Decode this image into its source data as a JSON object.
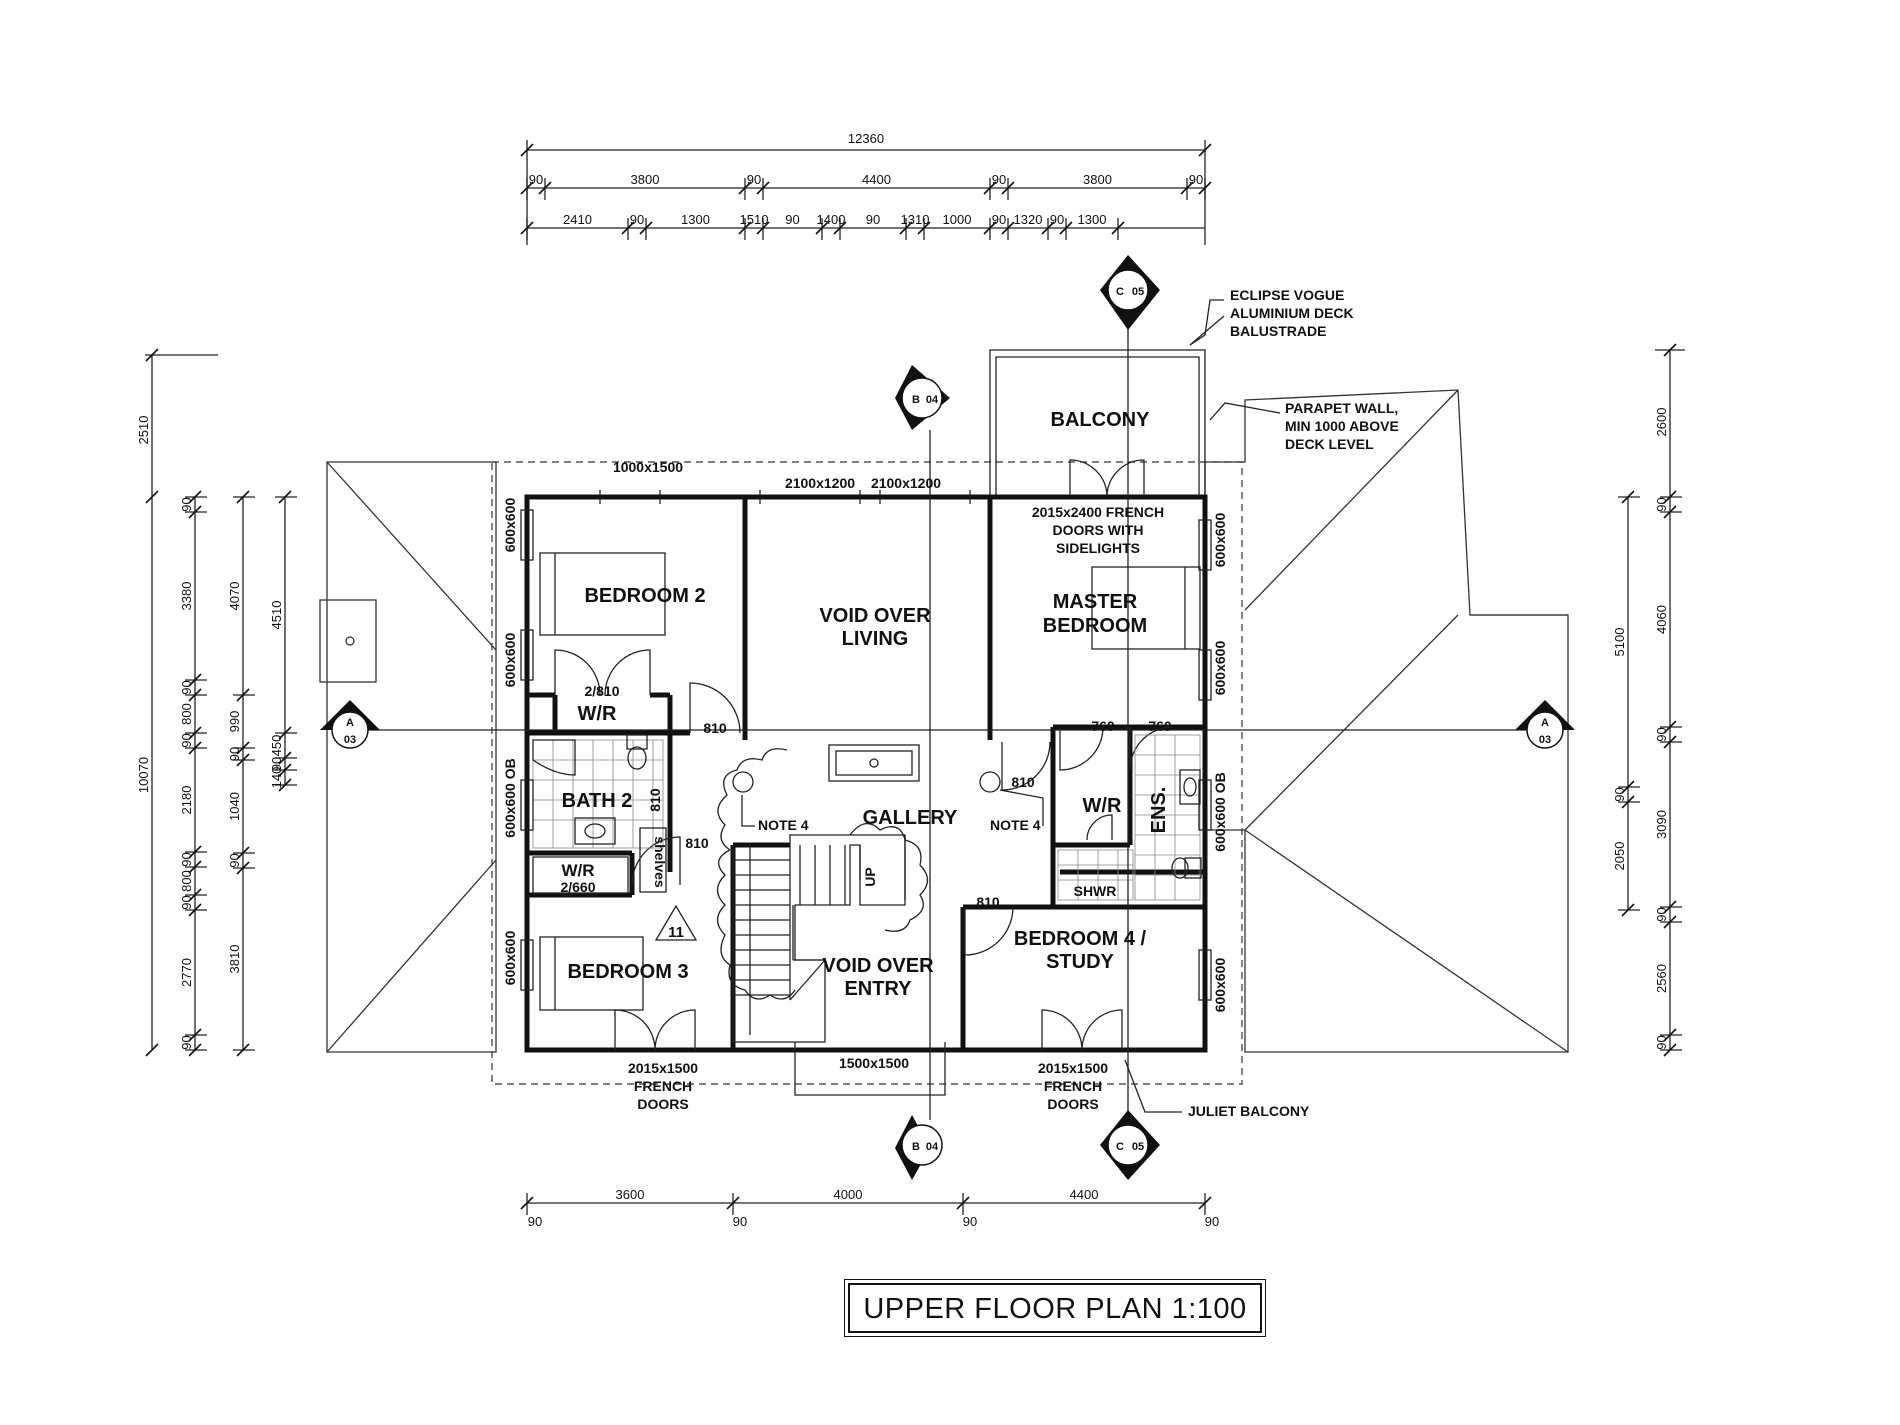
{
  "title": "UPPER FLOOR PLAN 1:100",
  "rooms": {
    "bedroom2": "BEDROOM 2",
    "void_living_1": "VOID OVER",
    "void_living_2": "LIVING",
    "master_1": "MASTER",
    "master_2": "BEDROOM",
    "balcony": "BALCONY",
    "bath2": "BATH 2",
    "gallery": "GALLERY",
    "wr": "W/R",
    "ens": "ENS.",
    "bedroom3": "BEDROOM 3",
    "void_entry_1": "VOID OVER",
    "void_entry_2": "ENTRY",
    "bedroom4_1": "BEDROOM 4 /",
    "bedroom4_2": "STUDY",
    "shwr": "SHWR",
    "shelves": "shelves",
    "up": "UP",
    "level_marker": "11"
  },
  "notes": {
    "balustrade_1": "ECLIPSE VOGUE",
    "balustrade_2": "ALUMINIUM DECK",
    "balustrade_3": "BALUSTRADE",
    "parapet_1": "PARAPET WALL,",
    "parapet_2": "MIN 1000 ABOVE",
    "parapet_3": "DECK LEVEL",
    "french_doors_1": "2015x2400 FRENCH",
    "french_doors_2": "DOORS WITH",
    "french_doors_3": "SIDELIGHTS",
    "note4": "NOTE 4",
    "juliet": "JULIET BALCONY",
    "french": "FRENCH",
    "doors": "DOORS"
  },
  "openings": {
    "w1000x1500": "1000x1500",
    "w2100x1200": "2100x1200",
    "w600x600": "600x600",
    "w600x600ob": "600x600 OB",
    "d2_810": "2/810",
    "d2_660": "2/660",
    "d810": "810",
    "d760": "760",
    "w2015x1500": "2015x1500",
    "w1500x1500": "1500x1500"
  },
  "section_markers": {
    "a_letter": "A",
    "a_sheet": "03",
    "b_letter": "B",
    "b_sheet": "04",
    "c_letter": "C",
    "c_sheet": "05"
  },
  "dimensions": {
    "top_overall": "12360",
    "top_mid": [
      "90",
      "3800",
      "90",
      "4400",
      "90",
      "3800",
      "90"
    ],
    "top_detail": [
      "2410",
      "90",
      "1300",
      "1510",
      "90",
      "1400",
      "90",
      "1310",
      "1000",
      "90",
      "1320",
      "90",
      "1300"
    ],
    "bottom_main": [
      "3600",
      "4000",
      "4400"
    ],
    "bottom_small": [
      "90",
      "90",
      "90",
      "90"
    ],
    "left_overall": "10070",
    "left_balcony": "2510",
    "left_a": [
      "90",
      "3380",
      "90",
      "800",
      "90",
      "2180",
      "90",
      "800",
      "90",
      "2770",
      "90"
    ],
    "left_b": [
      "4070",
      "990",
      "90",
      "1040",
      "90",
      "3810"
    ],
    "left_c": [
      "4510",
      "450",
      "90",
      "140"
    ],
    "right_balcony": "2600",
    "right_a": [
      "90",
      "4060",
      "90",
      "3090",
      "90",
      "2560",
      "90"
    ],
    "right_b": [
      "5100",
      "90",
      "2050"
    ]
  }
}
